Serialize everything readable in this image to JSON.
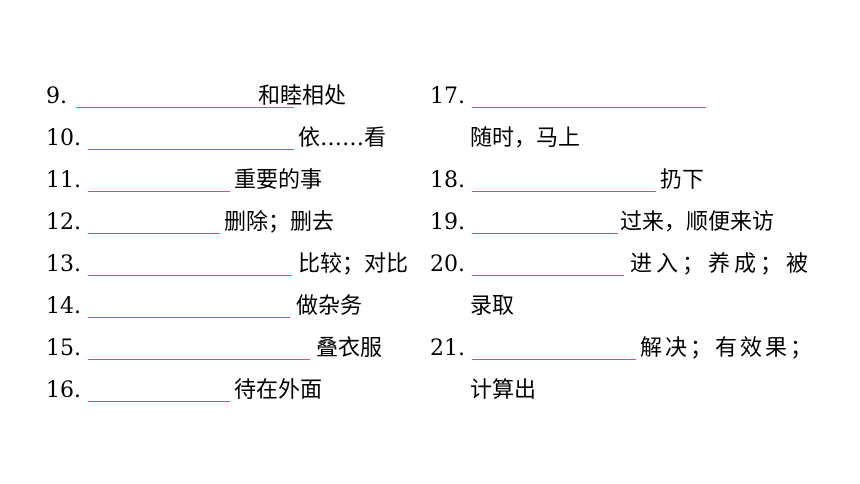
{
  "items": [
    {
      "num": "9.",
      "text": "和睦相处"
    },
    {
      "num": "10.",
      "text": "依……看"
    },
    {
      "num": "11.",
      "text": "重要的事"
    },
    {
      "num": "12.",
      "text": "删除；删去"
    },
    {
      "num": "13.",
      "text": "比较；对比"
    },
    {
      "num": "14.",
      "text": "做杂务"
    },
    {
      "num": "15.",
      "text": "叠衣服"
    },
    {
      "num": "16.",
      "text": "待在外面"
    },
    {
      "num": "17.",
      "text": "",
      "cont": "随时，马上"
    },
    {
      "num": "18.",
      "text": "扔下"
    },
    {
      "num": "19.",
      "text": "过来，顺便来访"
    },
    {
      "num": "20.",
      "text": "进入；养成；被",
      "cont": "录取"
    },
    {
      "num": "21.",
      "text": "解决；有效果；",
      "cont": "计算出"
    }
  ],
  "colors": {
    "blank_line": "#e8409a",
    "text": "#000000"
  }
}
